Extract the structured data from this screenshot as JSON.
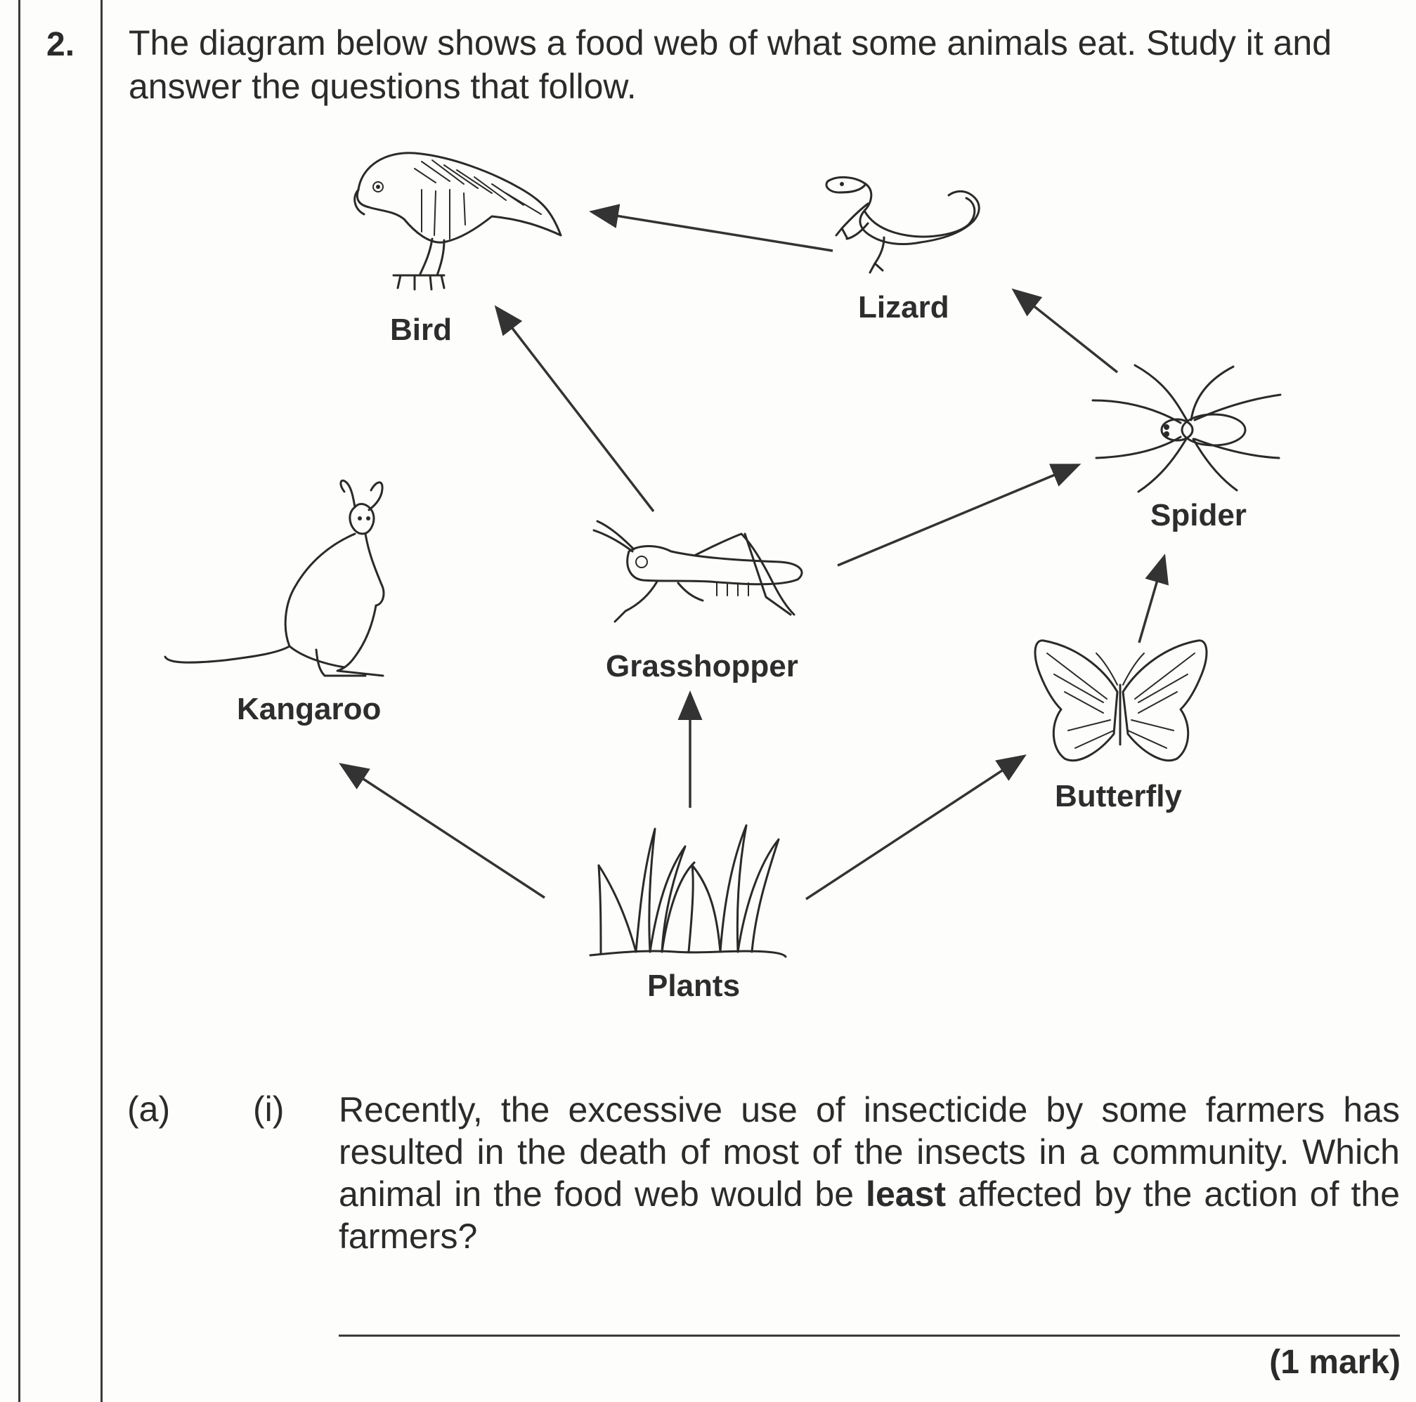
{
  "question": {
    "number": "2.",
    "intro": "The diagram below shows a food web of what some animals eat. Study it and answer the questions that follow."
  },
  "food_web": {
    "organisms": {
      "bird": "Bird",
      "lizard": "Lizard",
      "spider": "Spider",
      "kangaroo": "Kangaroo",
      "grasshopper": "Grasshopper",
      "butterfly": "Butterfly",
      "plants": "Plants"
    }
  },
  "part_a": {
    "label": "(a)",
    "sub_label": "(i)",
    "text_before_bold": "Recently, the excessive use of insecticide by some farmers has resulted in the death of most of the insects in a community. Which animal in the food web would be ",
    "bold_word": "least",
    "text_after_bold": " affected by the action of the farmers?",
    "marks": "(1 mark)"
  }
}
